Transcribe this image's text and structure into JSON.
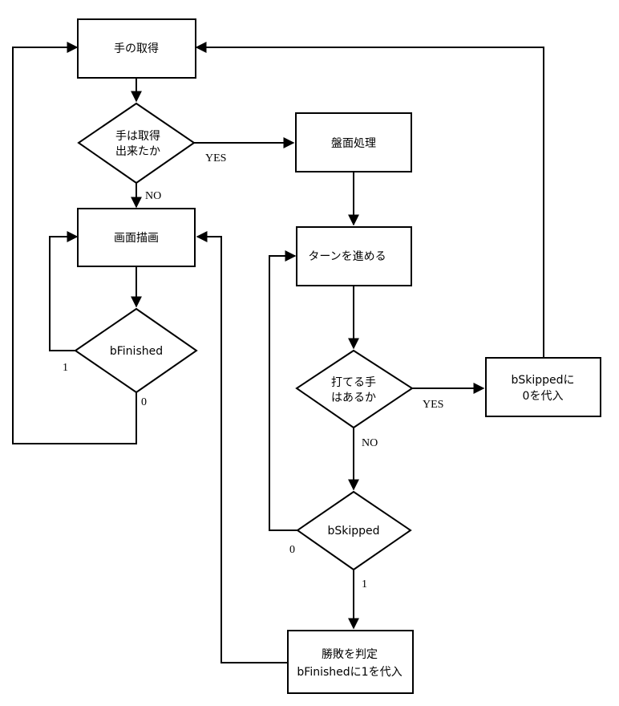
{
  "nodes": {
    "get_move": {
      "label": "手の取得"
    },
    "move_obtained": {
      "line1": "手は取得",
      "line2": "出来たか"
    },
    "board_process": {
      "label": "盤面処理"
    },
    "draw_screen": {
      "label": "画面描画"
    },
    "advance_turn": {
      "label": "ターンを進める"
    },
    "b_finished_check": {
      "label": "bFinished"
    },
    "has_playable_move": {
      "line1": "打てる手",
      "line2": "はあるか"
    },
    "set_skipped_zero": {
      "line1": "bSkippedに",
      "line2": "0を代入"
    },
    "b_skipped_check": {
      "label": "bSkipped"
    },
    "judge_result": {
      "line1": "勝敗を判定",
      "line2": "bFinishedに1を代入"
    }
  },
  "edges": {
    "move_obtained_yes": "YES",
    "move_obtained_no": "NO",
    "b_finished_one": "1",
    "b_finished_zero": "0",
    "has_move_yes": "YES",
    "has_move_no": "NO",
    "b_skipped_zero": "0",
    "b_skipped_one": "1"
  },
  "colors": {
    "line": "#000000",
    "fill": "#ffffff"
  }
}
